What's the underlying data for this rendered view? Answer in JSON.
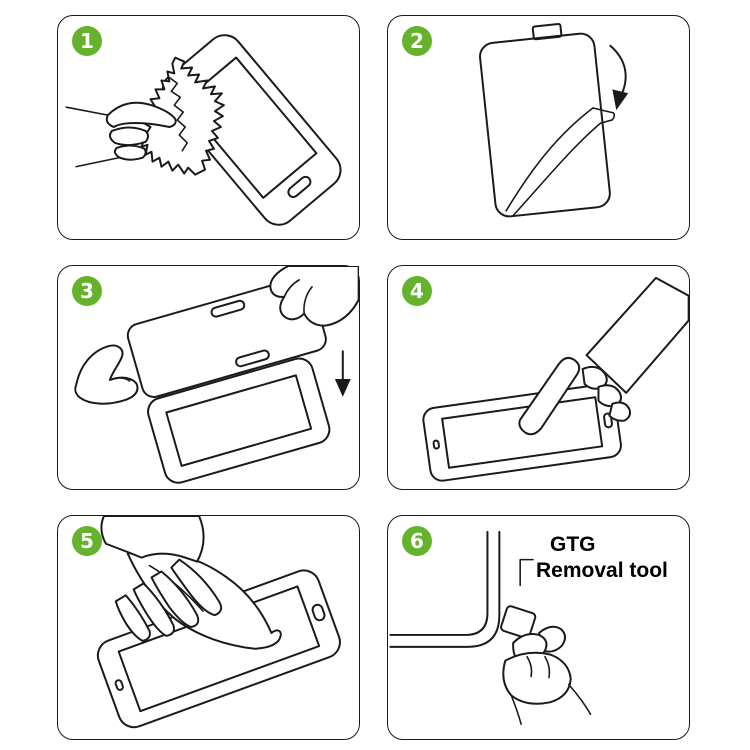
{
  "colors": {
    "badge_green": "#65b32d",
    "line": "#1a1a1a",
    "background": "#ffffff"
  },
  "steps": [
    {
      "number": "1",
      "name": "clean-screen-with-cloth"
    },
    {
      "number": "2",
      "name": "peel-protective-film"
    },
    {
      "number": "3",
      "name": "align-glass-over-screen"
    },
    {
      "number": "4",
      "name": "press-center-to-adhere"
    },
    {
      "number": "5",
      "name": "smooth-out-surface"
    },
    {
      "number": "6",
      "name": "use-removal-tool"
    }
  ],
  "annotations": {
    "gtg_line1": "GTG",
    "gtg_line2": "Removal tool"
  }
}
